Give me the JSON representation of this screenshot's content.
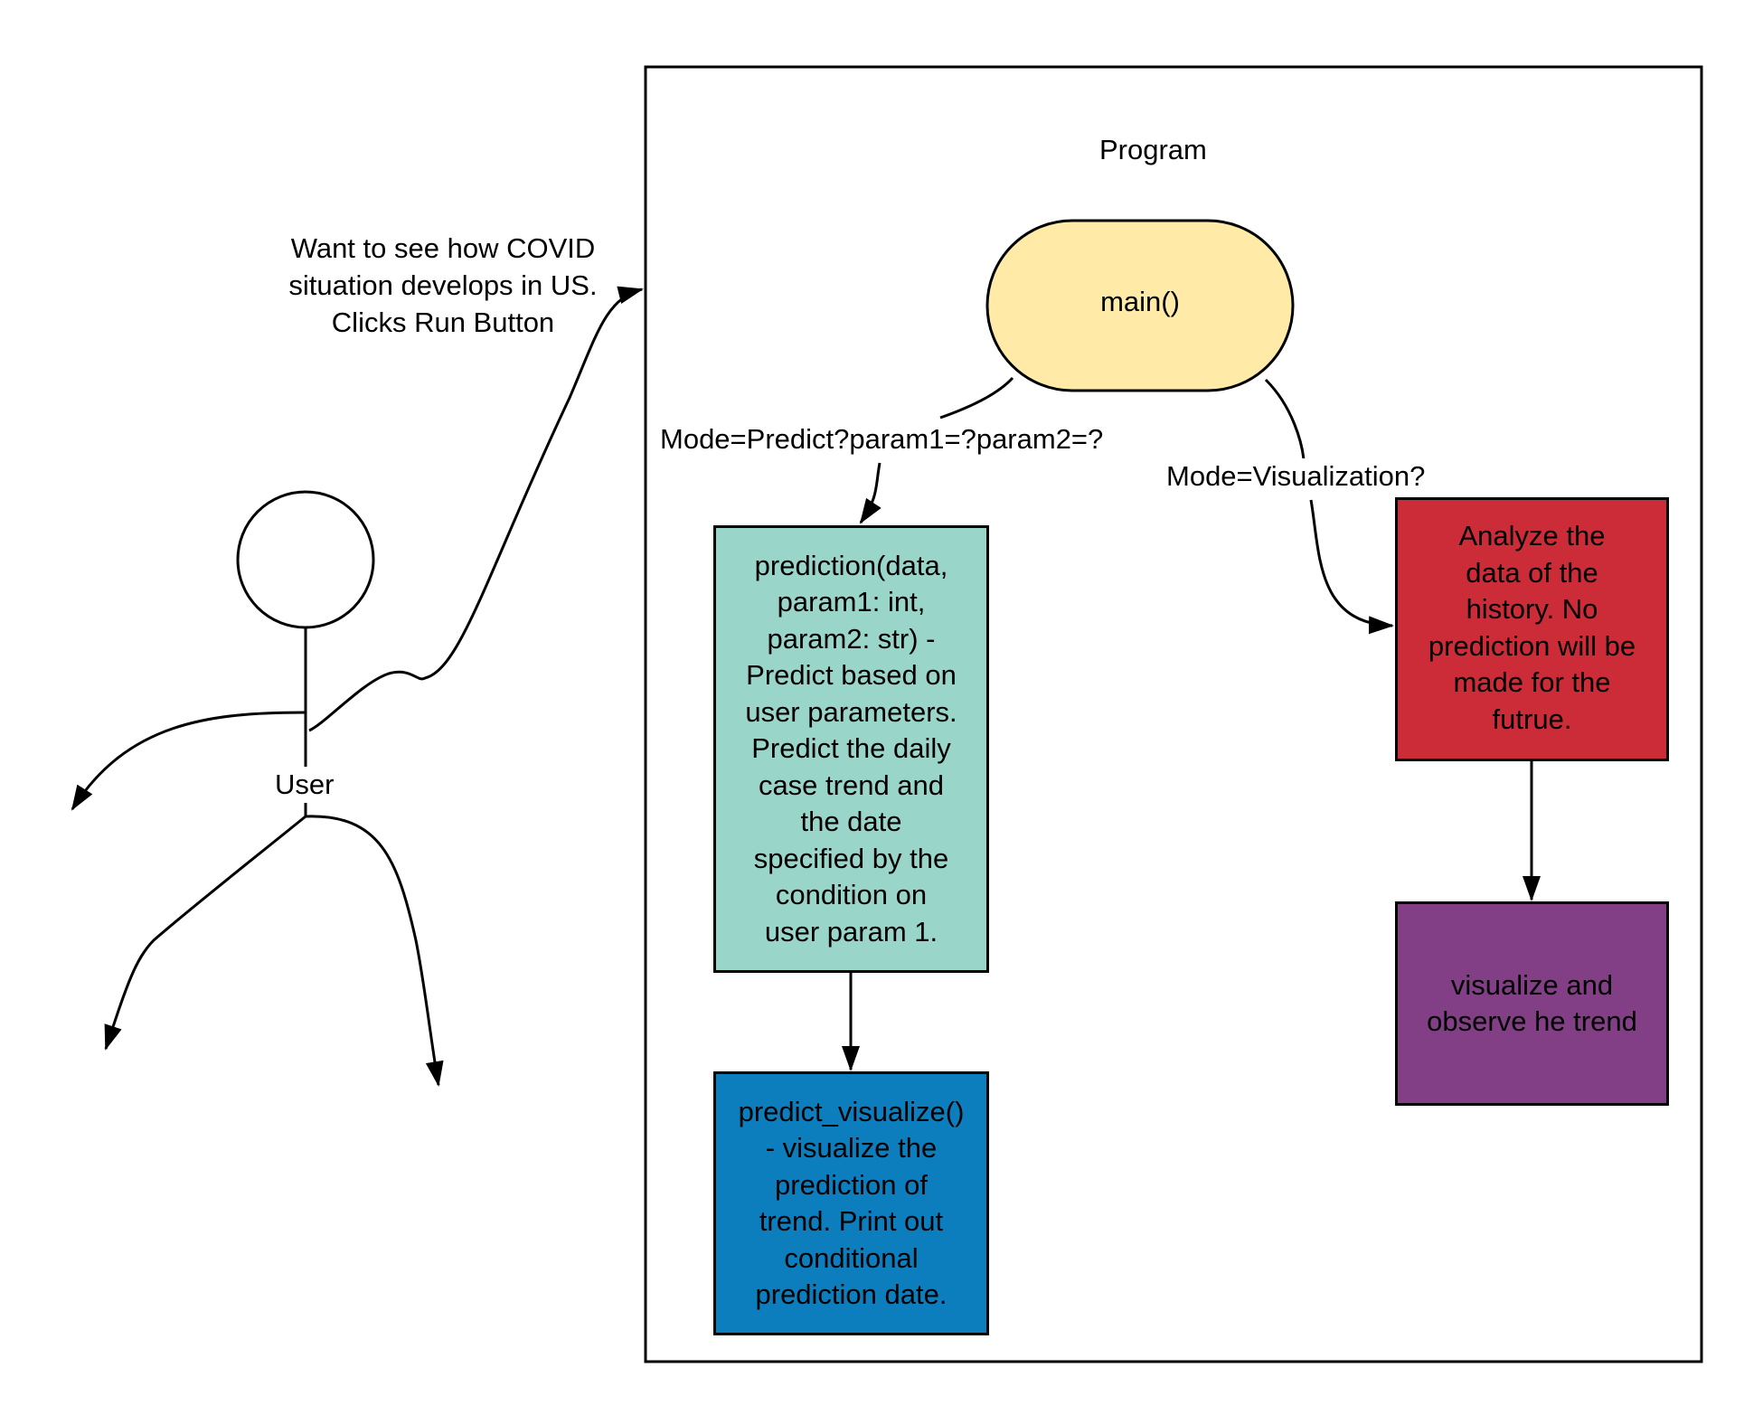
{
  "program_label": "Program",
  "user_label": "User",
  "user_note": "Want to see how COVID\nsituation develops in US.\nClicks Run Button",
  "main_node": "main()",
  "edge_predict": "Mode=Predict?param1=?param2=?",
  "edge_visualization": "Mode=Visualization?",
  "prediction_node": "prediction(data,\nparam1: int,\nparam2: str) -\nPredict based on\nuser parameters.\nPredict the daily\ncase trend and\nthe date\nspecified by the\ncondition on\nuser param 1.",
  "predict_visualize_node": "predict_visualize()\n- visualize the\nprediction of\ntrend. Print out\nconditional\nprediction  date.",
  "analyze_node": "Analyze the\ndata of the\nhistory. No\nprediction will be\nmade for the\nfutrue.",
  "visualize_node": "visualize and\nobserve he trend",
  "colors": {
    "main": "#ffeaa7",
    "prediction": "#9ad5c9",
    "predict_visualize": "#0c7ebe",
    "analyze": "#cc2c38",
    "visualize": "#823f86"
  }
}
